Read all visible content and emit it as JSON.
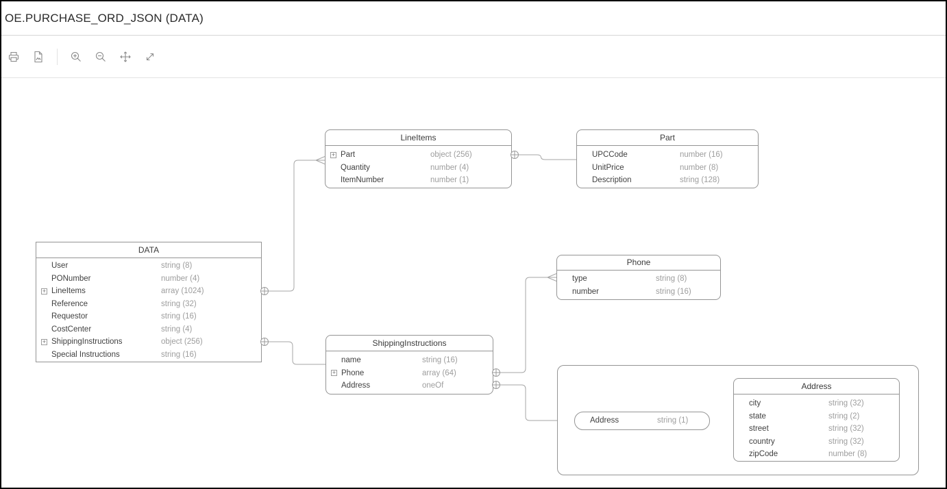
{
  "window": {
    "title": "OE.PURCHASE_ORD_JSON (DATA)"
  },
  "toolbar": {
    "icons": [
      "print",
      "export-image",
      "zoom-in",
      "zoom-out",
      "pan",
      "fit-to-screen"
    ]
  },
  "colors": {
    "box_border": "#949494",
    "connector_line": "#a6a6a6",
    "field_name": "#3f3f3f",
    "field_type": "#9d9d9d",
    "title_text": "#2b2b2b",
    "toolbar_icon": "#8a8a8a"
  },
  "entities": {
    "data": {
      "title": "DATA",
      "fields": [
        {
          "name": "User",
          "type": "string (8)"
        },
        {
          "name": "PONumber",
          "type": "number (4)"
        },
        {
          "name": "LineItems",
          "type": "array (1024)"
        },
        {
          "name": "Reference",
          "type": "string (32)"
        },
        {
          "name": "Requestor",
          "type": "string (16)"
        },
        {
          "name": "CostCenter",
          "type": "string (4)"
        },
        {
          "name": "ShippingInstructions",
          "type": "object (256)"
        },
        {
          "name": "Special Instructions",
          "type": "string (16)"
        }
      ]
    },
    "line_items": {
      "title": "LineItems",
      "fields": [
        {
          "name": "Part",
          "type": "object (256)"
        },
        {
          "name": "Quantity",
          "type": "number (4)"
        },
        {
          "name": "ItemNumber",
          "type": "number (1)"
        }
      ]
    },
    "part": {
      "title": "Part",
      "fields": [
        {
          "name": "UPCCode",
          "type": "number (16)"
        },
        {
          "name": "UnitPrice",
          "type": "number (8)"
        },
        {
          "name": "Description",
          "type": "string (128)"
        }
      ]
    },
    "phone": {
      "title": "Phone",
      "fields": [
        {
          "name": "type",
          "type": "string (8)"
        },
        {
          "name": "number",
          "type": "string (16)"
        }
      ]
    },
    "shipping_instructions": {
      "title": "ShippingInstructions",
      "fields": [
        {
          "name": "name",
          "type": "string (16)"
        },
        {
          "name": "Phone",
          "type": "array (64)"
        },
        {
          "name": "Address",
          "type": "oneOf"
        }
      ]
    },
    "address_scalar": {
      "name": "Address",
      "type": "string (1)"
    },
    "address": {
      "title": "Address",
      "fields": [
        {
          "name": "city",
          "type": "string (32)"
        },
        {
          "name": "state",
          "type": "string (2)"
        },
        {
          "name": "street",
          "type": "string (32)"
        },
        {
          "name": "country",
          "type": "string (32)"
        },
        {
          "name": "zipCode",
          "type": "number (8)"
        }
      ]
    }
  }
}
